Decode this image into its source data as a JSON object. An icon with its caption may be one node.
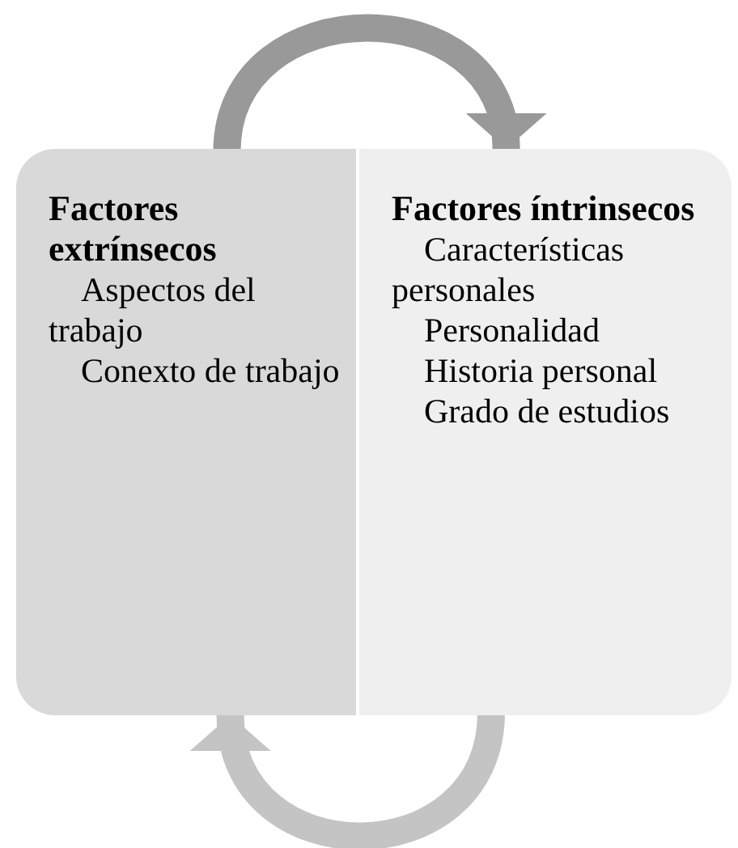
{
  "diagram": {
    "nodes": [
      {
        "text": [
          "Factores extrínsecos",
          "Aspectos del trabajo",
          "Conexto de trabajo"
        ]
      },
      {
        "text": [
          "Factores íntrinsecos",
          "Características personales",
          "Personalidad",
          "Historia personal",
          "Grado de estudios"
        ]
      }
    ],
    "edges": [
      {
        "from": 0,
        "to": 1,
        "arrow": "to",
        "color": "#999999"
      },
      {
        "from": 1,
        "to": 0,
        "arrow": "to",
        "color": "#c4c4c4"
      }
    ]
  }
}
